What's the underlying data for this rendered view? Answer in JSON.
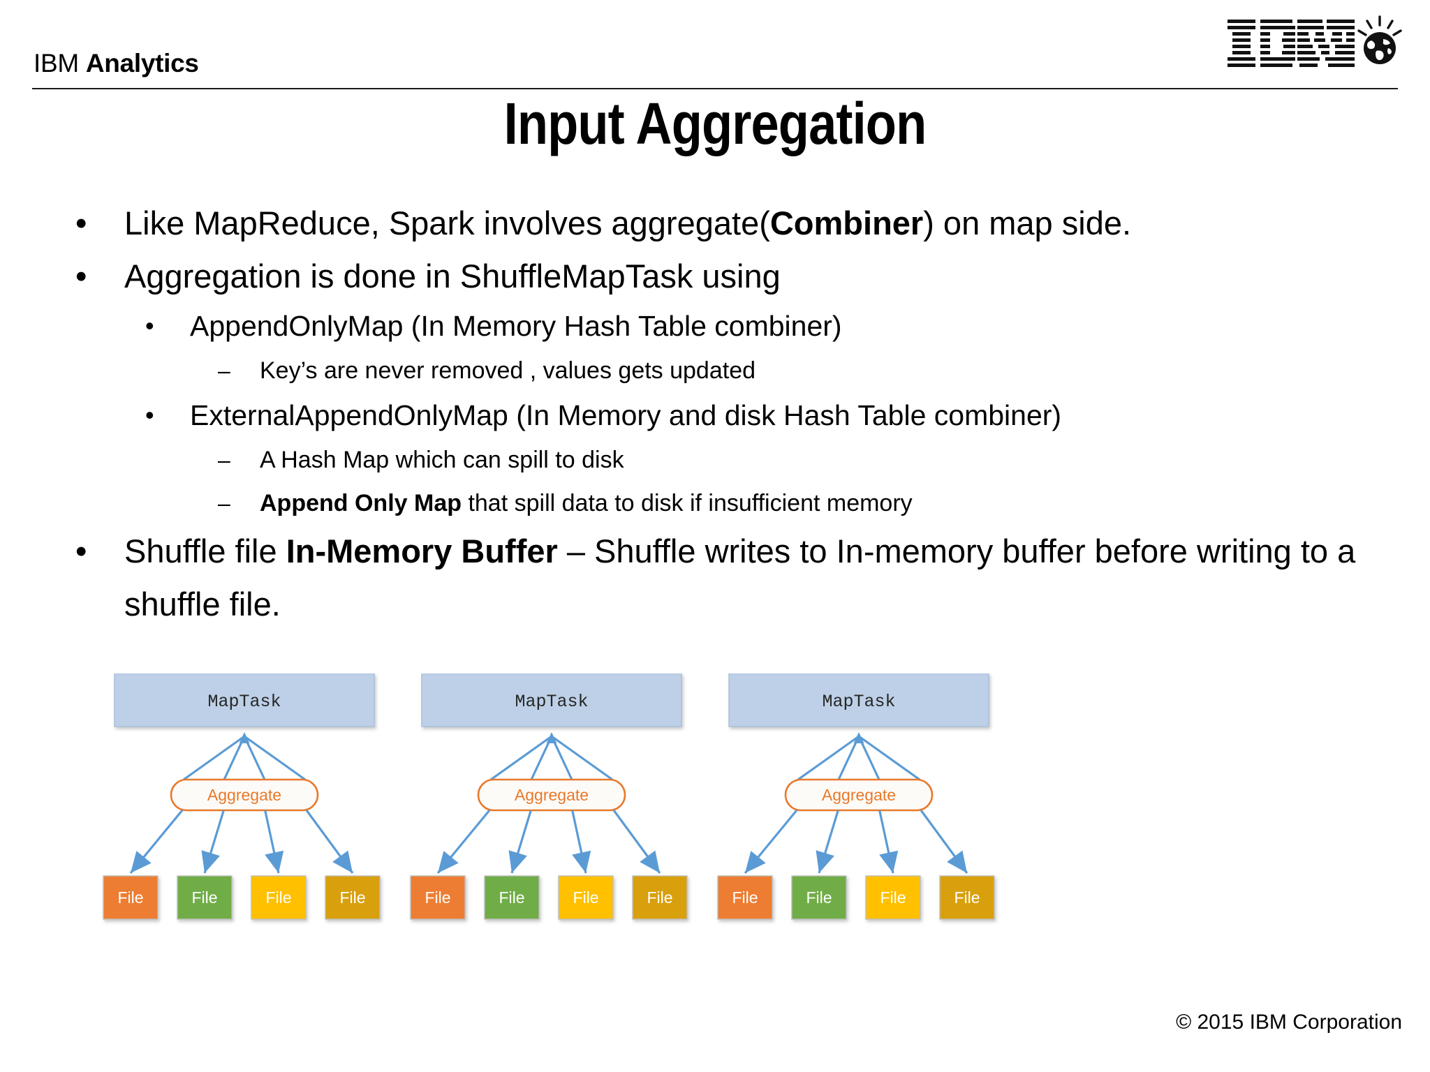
{
  "header": {
    "brand_ibm": "IBM",
    "brand_product": "Analytics",
    "logo_icon": "ibm-logo-icon",
    "globe_icon": "ibm-smarter-planet-globe-icon"
  },
  "title": "Input Aggregation",
  "bullets": [
    {
      "level": 1,
      "marker": "•",
      "runs": [
        {
          "text": "Like MapReduce, Spark involves aggregate(",
          "bold": false
        },
        {
          "text": "Combiner",
          "bold": true
        },
        {
          "text": ") on map side.",
          "bold": false
        }
      ]
    },
    {
      "level": 1,
      "marker": "•",
      "runs": [
        {
          "text": "Aggregation is done in ShuffleMapTask using",
          "bold": false
        }
      ]
    },
    {
      "level": 2,
      "marker": "•",
      "runs": [
        {
          "text": "AppendOnlyMap (In Memory Hash Table combiner)",
          "bold": false
        }
      ]
    },
    {
      "level": 3,
      "marker": "–",
      "runs": [
        {
          "text": "Key’s are never removed , values gets updated",
          "bold": false
        }
      ]
    },
    {
      "level": 2,
      "marker": "•",
      "runs": [
        {
          "text": "ExternalAppendOnlyMap (In Memory and disk Hash Table combiner)",
          "bold": false
        }
      ]
    },
    {
      "level": 3,
      "marker": "–",
      "runs": [
        {
          "text": "A Hash Map which can spill to disk",
          "bold": false
        }
      ]
    },
    {
      "level": 3,
      "marker": "–",
      "runs": [
        {
          "text": "Append Only Map",
          "bold": true
        },
        {
          "text": " that spill data to disk if insufficient memory",
          "bold": false
        }
      ]
    },
    {
      "level": 1,
      "marker": "•",
      "runs": [
        {
          "text": "Shuffle file ",
          "bold": false
        },
        {
          "text": "In-Memory Buffer",
          "bold": true
        },
        {
          "text": " – Shuffle writes to In-memory buffer before writing to a shuffle file.",
          "bold": false
        }
      ]
    }
  ],
  "diagram": {
    "maptask_label": "MapTask",
    "aggregate_label": "Aggregate",
    "file_label": "File",
    "groups": 3,
    "files_per_group": 4,
    "colors": {
      "maptask_fill": "#BDD0E7",
      "maptask_border": "#A9BED9",
      "aggregate_border": "#E8792A",
      "aggregate_fill": "#FDFBF8",
      "aggregate_text": "#E8792A",
      "arrow": "#5B9BD5",
      "file_orange": "#ED7D31",
      "file_green": "#70AD47",
      "file_yellow": "#FFC000",
      "file_gold": "#D9A00B",
      "file_text": "#FFFFFF",
      "file_border": "#BFBFBF"
    },
    "file_colors": [
      "#ED7D31",
      "#70AD47",
      "#FFC000",
      "#D9A00B"
    ]
  },
  "footer": {
    "copyright": "© 2015 IBM Corporation"
  }
}
